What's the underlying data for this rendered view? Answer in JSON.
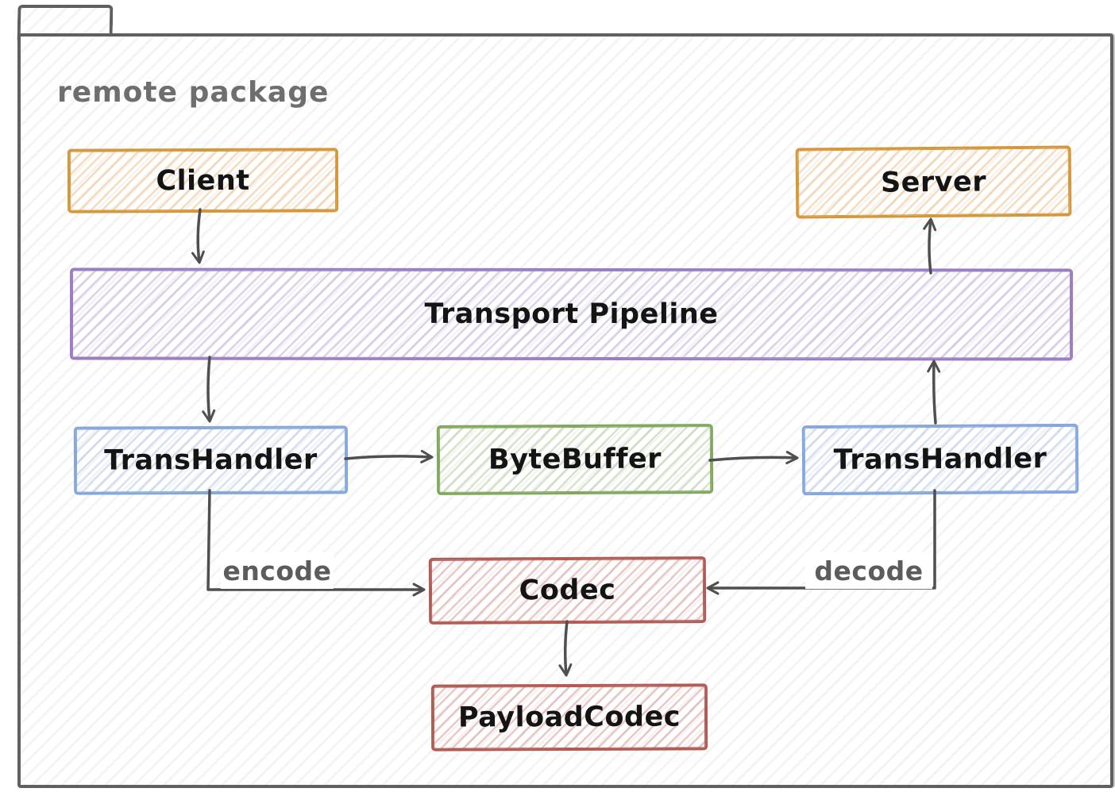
{
  "package": {
    "title": "remote package"
  },
  "nodes": {
    "client": {
      "label": "Client"
    },
    "server": {
      "label": "Server"
    },
    "transport_pipeline": {
      "label": "Transport Pipeline"
    },
    "trans_handler_left": {
      "label": "TransHandler"
    },
    "byte_buffer": {
      "label": "ByteBuffer"
    },
    "trans_handler_right": {
      "label": "TransHandler"
    },
    "codec": {
      "label": "Codec"
    },
    "payload_codec": {
      "label": "PayloadCodec"
    }
  },
  "edge_labels": {
    "encode": "encode",
    "decode": "decode"
  },
  "edges": [
    {
      "from": "Client",
      "to": "Transport Pipeline",
      "label": ""
    },
    {
      "from": "Transport Pipeline",
      "to": "Server",
      "label": ""
    },
    {
      "from": "Transport Pipeline",
      "to": "TransHandler (left)",
      "label": ""
    },
    {
      "from": "TransHandler (left)",
      "to": "ByteBuffer",
      "label": ""
    },
    {
      "from": "ByteBuffer",
      "to": "TransHandler (right)",
      "label": ""
    },
    {
      "from": "TransHandler (right)",
      "to": "Transport Pipeline",
      "label": ""
    },
    {
      "from": "TransHandler (left)",
      "to": "Codec",
      "label": "encode"
    },
    {
      "from": "TransHandler (right)",
      "to": "Codec",
      "label": "decode"
    },
    {
      "from": "Codec",
      "to": "PayloadCodec",
      "label": ""
    }
  ],
  "colors": {
    "orange": "#D5973B",
    "purple": "#9A7EC0",
    "blue": "#86A7DB",
    "green": "#82A75F",
    "red": "#B25B54",
    "package_border": "#606060",
    "title_text": "#6E6E6E",
    "arrow": "#4F4F4F",
    "edge_label_text": "#5C5C5C"
  }
}
